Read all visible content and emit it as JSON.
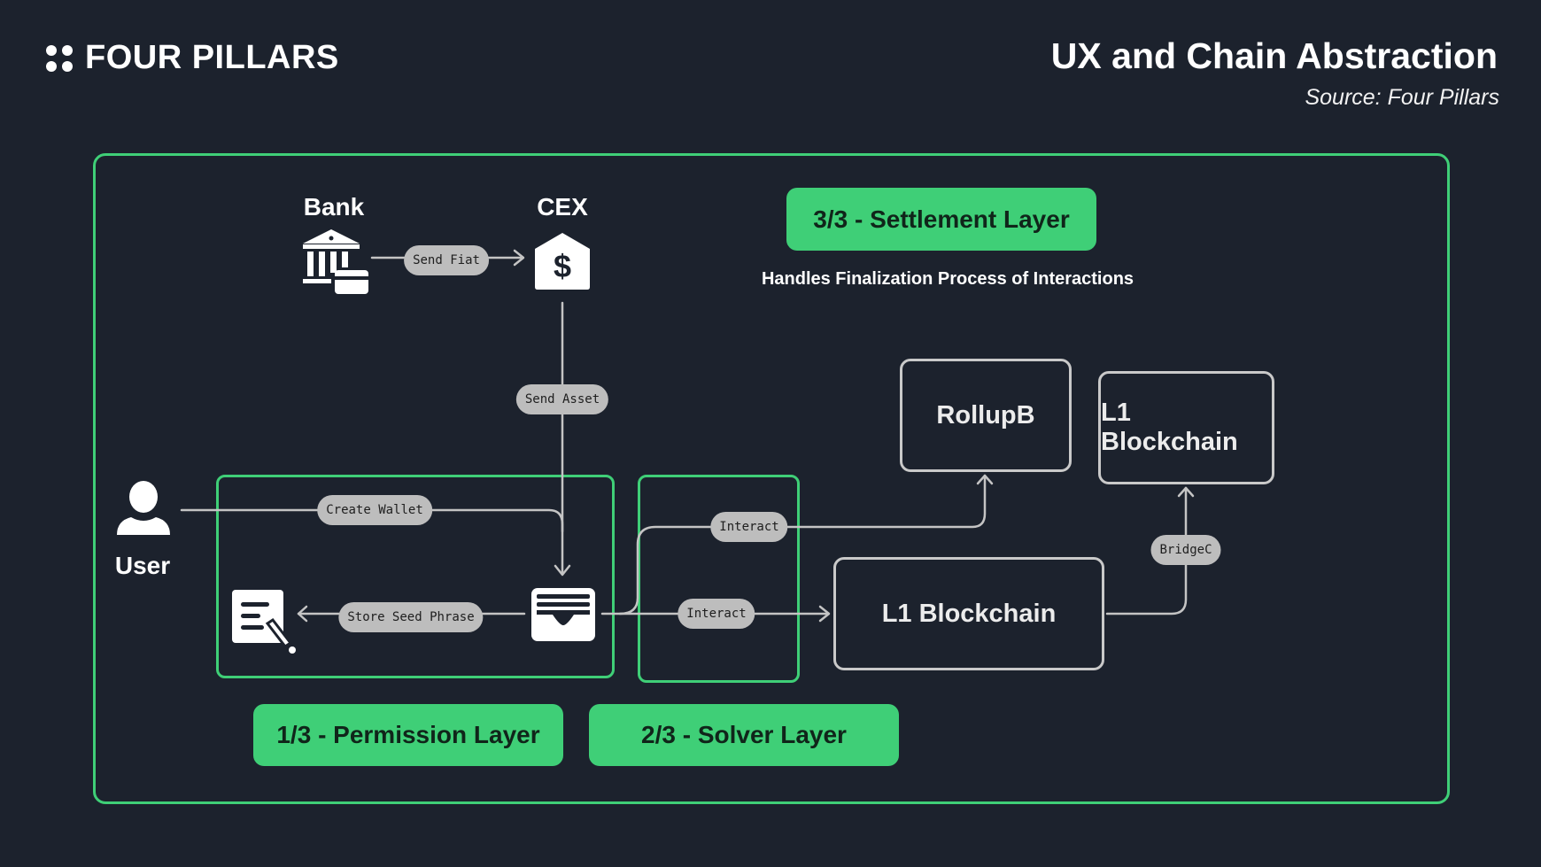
{
  "header": {
    "brand": "FOUR PILLARS",
    "title": "UX and Chain Abstraction",
    "source": "Source: Four Pillars"
  },
  "colors": {
    "background": "#1c222d",
    "accent_green": "#3fcf77",
    "pill_gray": "#bdbdbd",
    "node_border": "#c9c9c9"
  },
  "nodes": {
    "bank": {
      "label": "Bank",
      "icon": "bank-card-icon"
    },
    "cex": {
      "label": "CEX",
      "icon": "house-dollar-icon"
    },
    "user": {
      "label": "User",
      "icon": "user-icon"
    },
    "wallet": {
      "icon": "wallet-icon"
    },
    "seed_doc": {
      "icon": "document-pen-icon"
    },
    "rollup_b": {
      "label": "RollupB"
    },
    "l1_top": {
      "label": "L1 Blockchain"
    },
    "l1_main": {
      "label": "L1 Blockchain"
    }
  },
  "edges": {
    "send_fiat": "Send Fiat",
    "send_asset": "Send Asset",
    "create_wallet": "Create Wallet",
    "store_seed": "Store Seed Phrase",
    "interact_rollup": "Interact",
    "interact_l1": "Interact",
    "bridge_c": "BridgeC"
  },
  "layers": {
    "settlement": {
      "label": "3/3 - Settlement Layer",
      "description": "Handles Finalization Process of Interactions"
    },
    "permission": {
      "label": "1/3 - Permission Layer"
    },
    "solver": {
      "label": "2/3 - Solver Layer"
    }
  }
}
